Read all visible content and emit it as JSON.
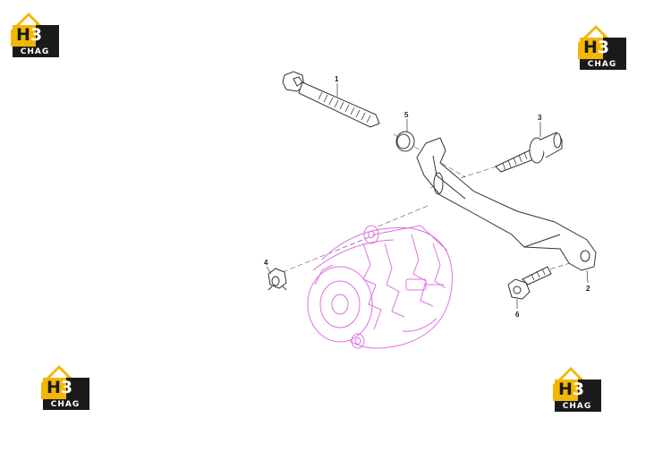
{
  "logos": [
    {
      "mark_h": "H",
      "mark_3": "3",
      "caption": "CHAG"
    },
    {
      "mark_h": "H",
      "mark_3": "3",
      "caption": "CHAG"
    },
    {
      "mark_h": "H",
      "mark_3": "3",
      "caption": "CHAG"
    },
    {
      "mark_h": "H",
      "mark_3": "3",
      "caption": "CHAG"
    }
  ],
  "colors": {
    "logo_yellow": "#f2b705",
    "logo_dark": "#1a1a1a",
    "alternator_magenta": "#e070e0",
    "part_line": "#333333"
  },
  "callouts": {
    "c1": "1",
    "c2": "2",
    "c3": "3",
    "c4": "4",
    "c5": "5",
    "c6": "6"
  }
}
